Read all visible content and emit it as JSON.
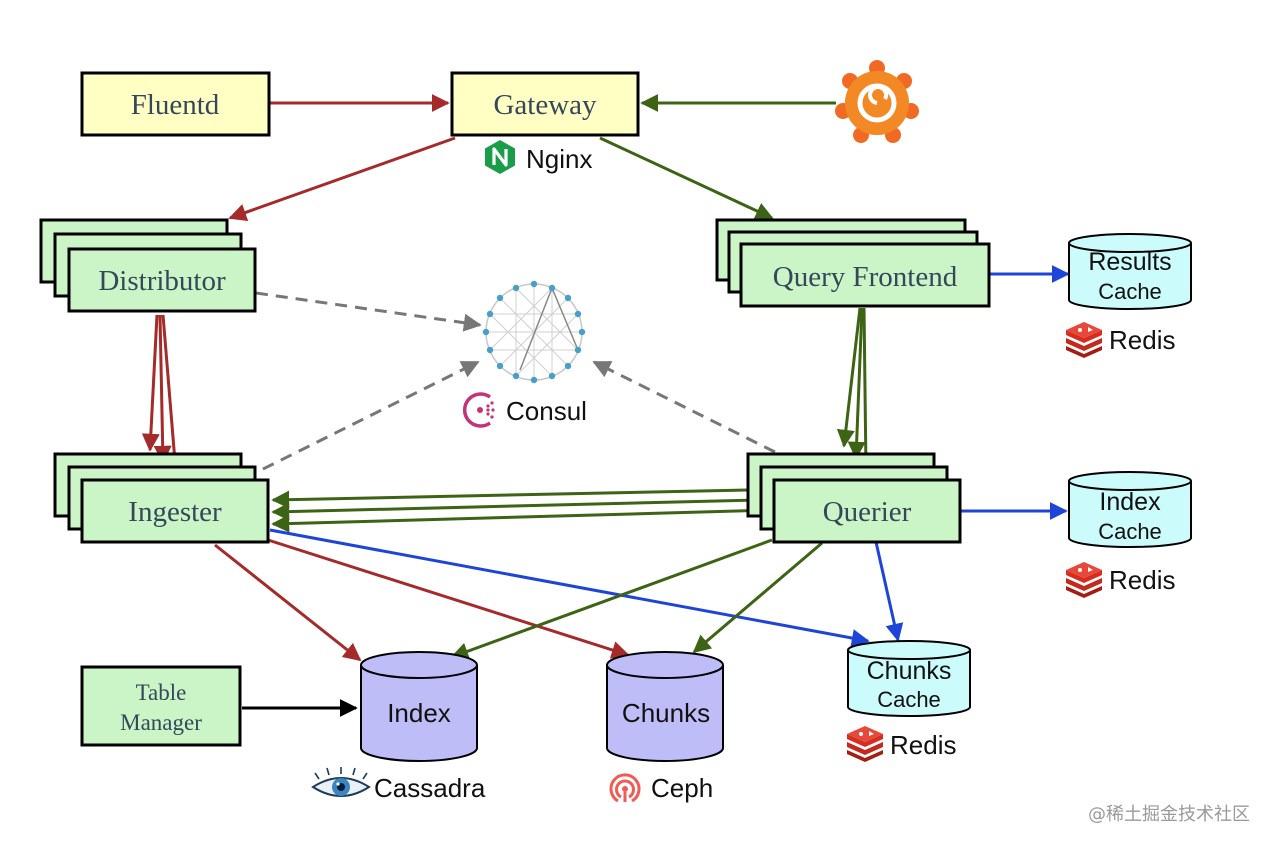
{
  "nodes": {
    "fluentd": "Fluentd",
    "gateway": "Gateway",
    "distributor": "Distributor",
    "query_frontend": "Query Frontend",
    "ingester": "Ingester",
    "querier": "Querier",
    "table_manager_line1": "Table",
    "table_manager_line2": "Manager"
  },
  "stores": {
    "results_cache_line1": "Results",
    "results_cache_line2": "Cache",
    "index_cache_line1": "Index",
    "index_cache_line2": "Cache",
    "chunks_cache_line1": "Chunks",
    "chunks_cache_line2": "Cache",
    "index": "Index",
    "chunks": "Chunks"
  },
  "tech_labels": {
    "nginx": "Nginx",
    "consul": "Consul",
    "redis_results": "Redis",
    "redis_index": "Redis",
    "redis_chunks": "Redis",
    "cassandra": "Cassadra",
    "ceph": "Ceph"
  },
  "icons": {
    "grafana": "grafana-logo-icon",
    "nginx": "nginx-logo-icon",
    "consul": "consul-logo-icon",
    "redis": "redis-logo-icon",
    "cassandra": "cassandra-eye-icon",
    "ceph": "ceph-logo-icon",
    "hash_ring": "hash-ring-icon"
  },
  "colors": {
    "component_yellow": "#ffffc4",
    "component_green": "#cbf5c6",
    "cache_cyan": "#ccfbfb",
    "store_purple": "#bebdf7",
    "write_path": "#a52a2a",
    "read_path": "#3c6414",
    "cache_path": "#1f45d8",
    "ring_path": "#777777"
  },
  "watermark": "@稀土掘金技术社区"
}
